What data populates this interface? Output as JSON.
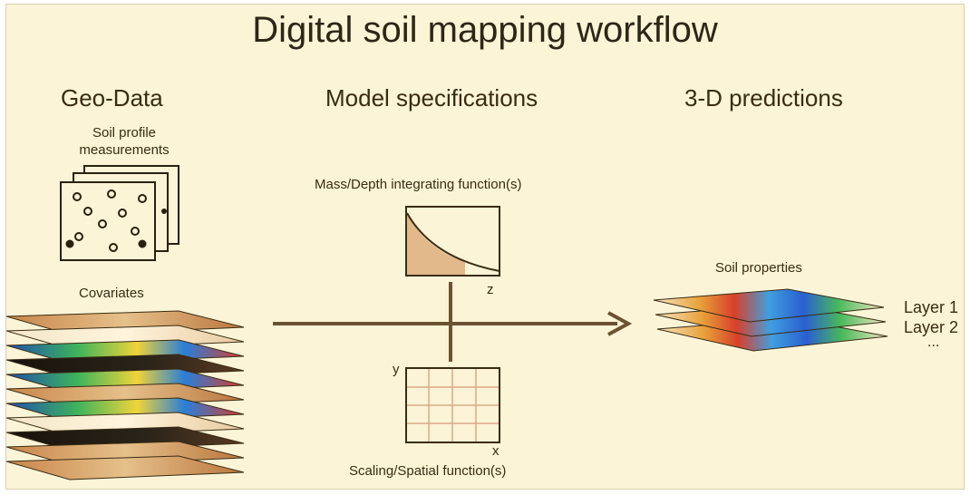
{
  "title": "Digital soil mapping workflow",
  "sections": {
    "geo_data": "Geo-Data",
    "model_specifications": "Model specifications",
    "predictions_3d": "3-D predictions"
  },
  "labels": {
    "soil_profile": "Soil profile measurements",
    "soil_profile_line1": "Soil profile",
    "soil_profile_line2": "measurements",
    "covariates": "Covariates",
    "mass_depth_function": "Mass/Depth integrating function(s)",
    "scaling_spatial_function": "Scaling/Spatial function(s)",
    "axis_z": "z",
    "axis_y": "y",
    "axis_x": "x",
    "soil_properties": "Soil properties",
    "layer_1": "Layer 1",
    "layer_2": "Layer 2",
    "layer_more": "..."
  },
  "colors": {
    "background": "#fbf4d6",
    "text": "#3a2c14",
    "line": "#6b5232",
    "shade": "#e2b98a"
  }
}
